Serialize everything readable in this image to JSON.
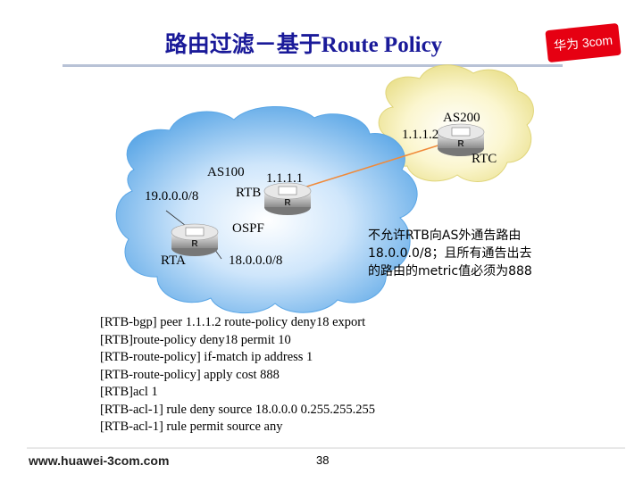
{
  "title": "路由过滤－基于Route Policy",
  "logo_text": "华为 3com",
  "clouds": {
    "as200_label": "AS200",
    "as100_label": "AS100",
    "ospf_label": "OSPF"
  },
  "routers": {
    "rtc": {
      "name": "RTC",
      "address": "1.1.1.2"
    },
    "rtb": {
      "name": "RTB",
      "address": "1.1.1.1"
    },
    "rta": {
      "name": "RTA"
    }
  },
  "networks": {
    "net19": "19.0.0.0/8",
    "net18": "18.0.0.0/8"
  },
  "note_lines": [
    "不允许RTB向AS外通告路由",
    "18.0.0.0/8；且所有通告出去",
    "的路由的metric值必须为888"
  ],
  "commands": [
    "[RTB-bgp] peer 1.1.1.2 route-policy deny18 export",
    "[RTB]route-policy deny18 permit 10",
    "[RTB-route-policy] if-match ip address 1",
    "[RTB-route-policy] apply cost 888",
    "[RTB]acl 1",
    "[RTB-acl-1] rule deny source 18.0.0.0 0.255.255.255",
    "[RTB-acl-1] rule permit source any"
  ],
  "footer_url": "www.huawei-3com.com",
  "page_number": "38",
  "colors": {
    "title": "#1a1a99",
    "cloud_blue": "#6aaee8",
    "cloud_yellow": "#f7f1b8",
    "link_orange": "#f08a3a",
    "logo_red": "#e60012"
  }
}
